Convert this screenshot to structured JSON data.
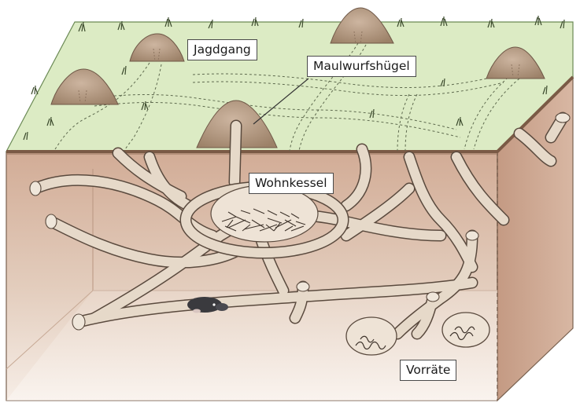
{
  "labels": {
    "hunting_tunnel": "Jagdgang",
    "molehill": "Maulwurfshügel",
    "nest_chamber": "Wohnkessel",
    "food_stores": "Vorräte"
  },
  "colors": {
    "grass": "#dcebc4",
    "soil_front": "#ddc3af",
    "soil_side": "#c9a28d",
    "tunnel_fill": "#e7dccd",
    "tunnel_stroke": "#5a4a3e",
    "molehill": "#b59c87",
    "mole": "#3a3a3e"
  },
  "icons": [
    "mole-animal",
    "nest-material",
    "earthworm-stores",
    "grass-tufts"
  ]
}
